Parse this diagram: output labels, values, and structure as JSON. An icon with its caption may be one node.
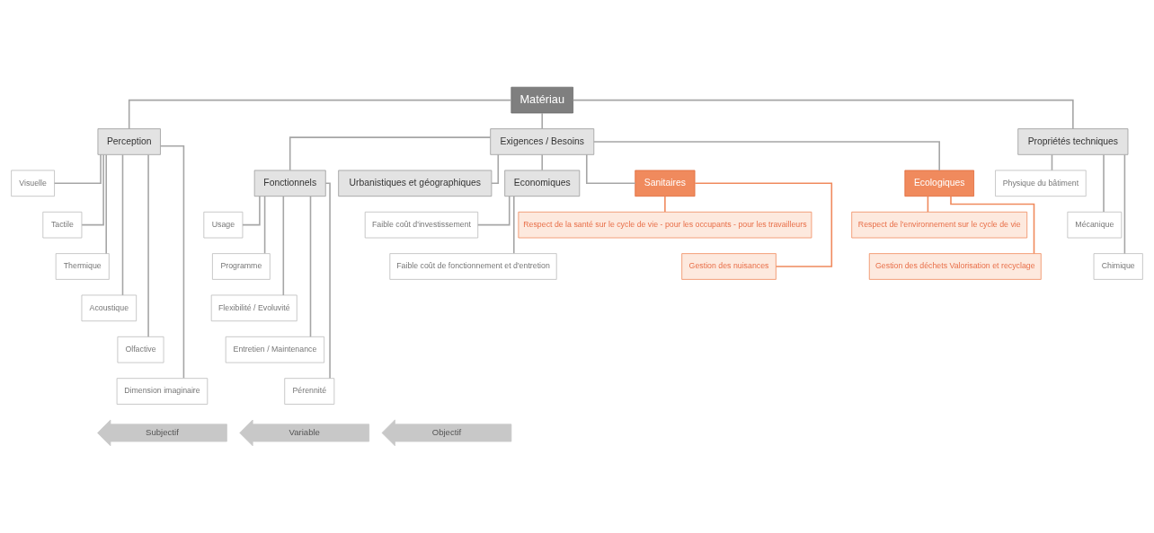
{
  "diagram": {
    "nodes": [
      {
        "text": [
          "Matériau"
        ]
      },
      {
        "text": [
          "Perception"
        ]
      },
      {
        "text": [
          "Exigences / Besoins"
        ]
      },
      {
        "text": [
          "Propriétés techniques"
        ]
      },
      {
        "text": [
          "Visuelle"
        ]
      },
      {
        "text": [
          "Tactile"
        ]
      },
      {
        "text": [
          "Thermique"
        ]
      },
      {
        "text": [
          "Acoustique"
        ]
      },
      {
        "text": [
          "Olfactive"
        ]
      },
      {
        "text": [
          "Dimension imaginaire"
        ]
      },
      {
        "text": [
          "Fonctionnels"
        ]
      },
      {
        "text": [
          "Urbanistiques et géographiques"
        ]
      },
      {
        "text": [
          "Economiques"
        ]
      },
      {
        "text": [
          "Sanitaires"
        ]
      },
      {
        "text": [
          "Ecologiques"
        ]
      },
      {
        "text": [
          "Usage"
        ]
      },
      {
        "text": [
          "Programme"
        ]
      },
      {
        "text": [
          "Flexibilité / Evoluvité"
        ]
      },
      {
        "text": [
          "Entretien / Maintenance"
        ]
      },
      {
        "text": [
          "Pérennité"
        ]
      },
      {
        "text": [
          "Faible coût d'investissement"
        ]
      },
      {
        "text": [
          "Faible coût de fonctionnement et d'entretion"
        ]
      },
      {
        "text": [
          "Respect de la santé sur le cycle de vie - pour les occupants - pour les travailleurs"
        ]
      },
      {
        "text": [
          "Gestion des nuisances"
        ]
      },
      {
        "text": [
          "Respect de l'environnement sur le cycle de vie"
        ]
      },
      {
        "text": [
          "Gestion des déchets Valorisation et recyclage"
        ]
      },
      {
        "text": [
          "Physique du bâtiment"
        ]
      },
      {
        "text": [
          "Mécanique"
        ]
      },
      {
        "text": [
          "Chimique"
        ]
      },
      {
        "text": [
          "Subjectif"
        ]
      },
      {
        "text": [
          "Variable"
        ]
      },
      {
        "text": [
          "Objectif"
        ]
      }
    ],
    "edges": [
      {
        "from": 0,
        "to": 1,
        "arrow": "none"
      },
      {
        "from": 0,
        "to": 2,
        "arrow": "none"
      },
      {
        "from": 0,
        "to": 3,
        "arrow": "none"
      },
      {
        "from": 1,
        "to": 4,
        "arrow": "none"
      },
      {
        "from": 1,
        "to": 5,
        "arrow": "none"
      },
      {
        "from": 1,
        "to": 6,
        "arrow": "none"
      },
      {
        "from": 1,
        "to": 7,
        "arrow": "none"
      },
      {
        "from": 1,
        "to": 8,
        "arrow": "none"
      },
      {
        "from": 1,
        "to": 9,
        "arrow": "none"
      },
      {
        "from": 2,
        "to": 10,
        "arrow": "none"
      },
      {
        "from": 2,
        "to": 11,
        "arrow": "none"
      },
      {
        "from": 2,
        "to": 12,
        "arrow": "none"
      },
      {
        "from": 2,
        "to": 13,
        "arrow": "none"
      },
      {
        "from": 2,
        "to": 14,
        "arrow": "none"
      },
      {
        "from": 10,
        "to": 15,
        "arrow": "none"
      },
      {
        "from": 10,
        "to": 16,
        "arrow": "none"
      },
      {
        "from": 10,
        "to": 17,
        "arrow": "none"
      },
      {
        "from": 10,
        "to": 18,
        "arrow": "none"
      },
      {
        "from": 10,
        "to": 19,
        "arrow": "none"
      },
      {
        "from": 12,
        "to": 20,
        "arrow": "none"
      },
      {
        "from": 12,
        "to": 21,
        "arrow": "none"
      },
      {
        "from": 13,
        "to": 22,
        "arrow": "none",
        "color": "#f08a5d"
      },
      {
        "from": 13,
        "to": 23,
        "arrow": "none",
        "color": "#f08a5d"
      },
      {
        "from": 14,
        "to": 24,
        "arrow": "none",
        "color": "#f08a5d"
      },
      {
        "from": 14,
        "to": 25,
        "arrow": "none",
        "color": "#f08a5d"
      },
      {
        "from": 3,
        "to": 26,
        "arrow": "none"
      },
      {
        "from": 3,
        "to": 27,
        "arrow": "none"
      },
      {
        "from": 3,
        "to": 28,
        "arrow": "none"
      }
    ]
  }
}
